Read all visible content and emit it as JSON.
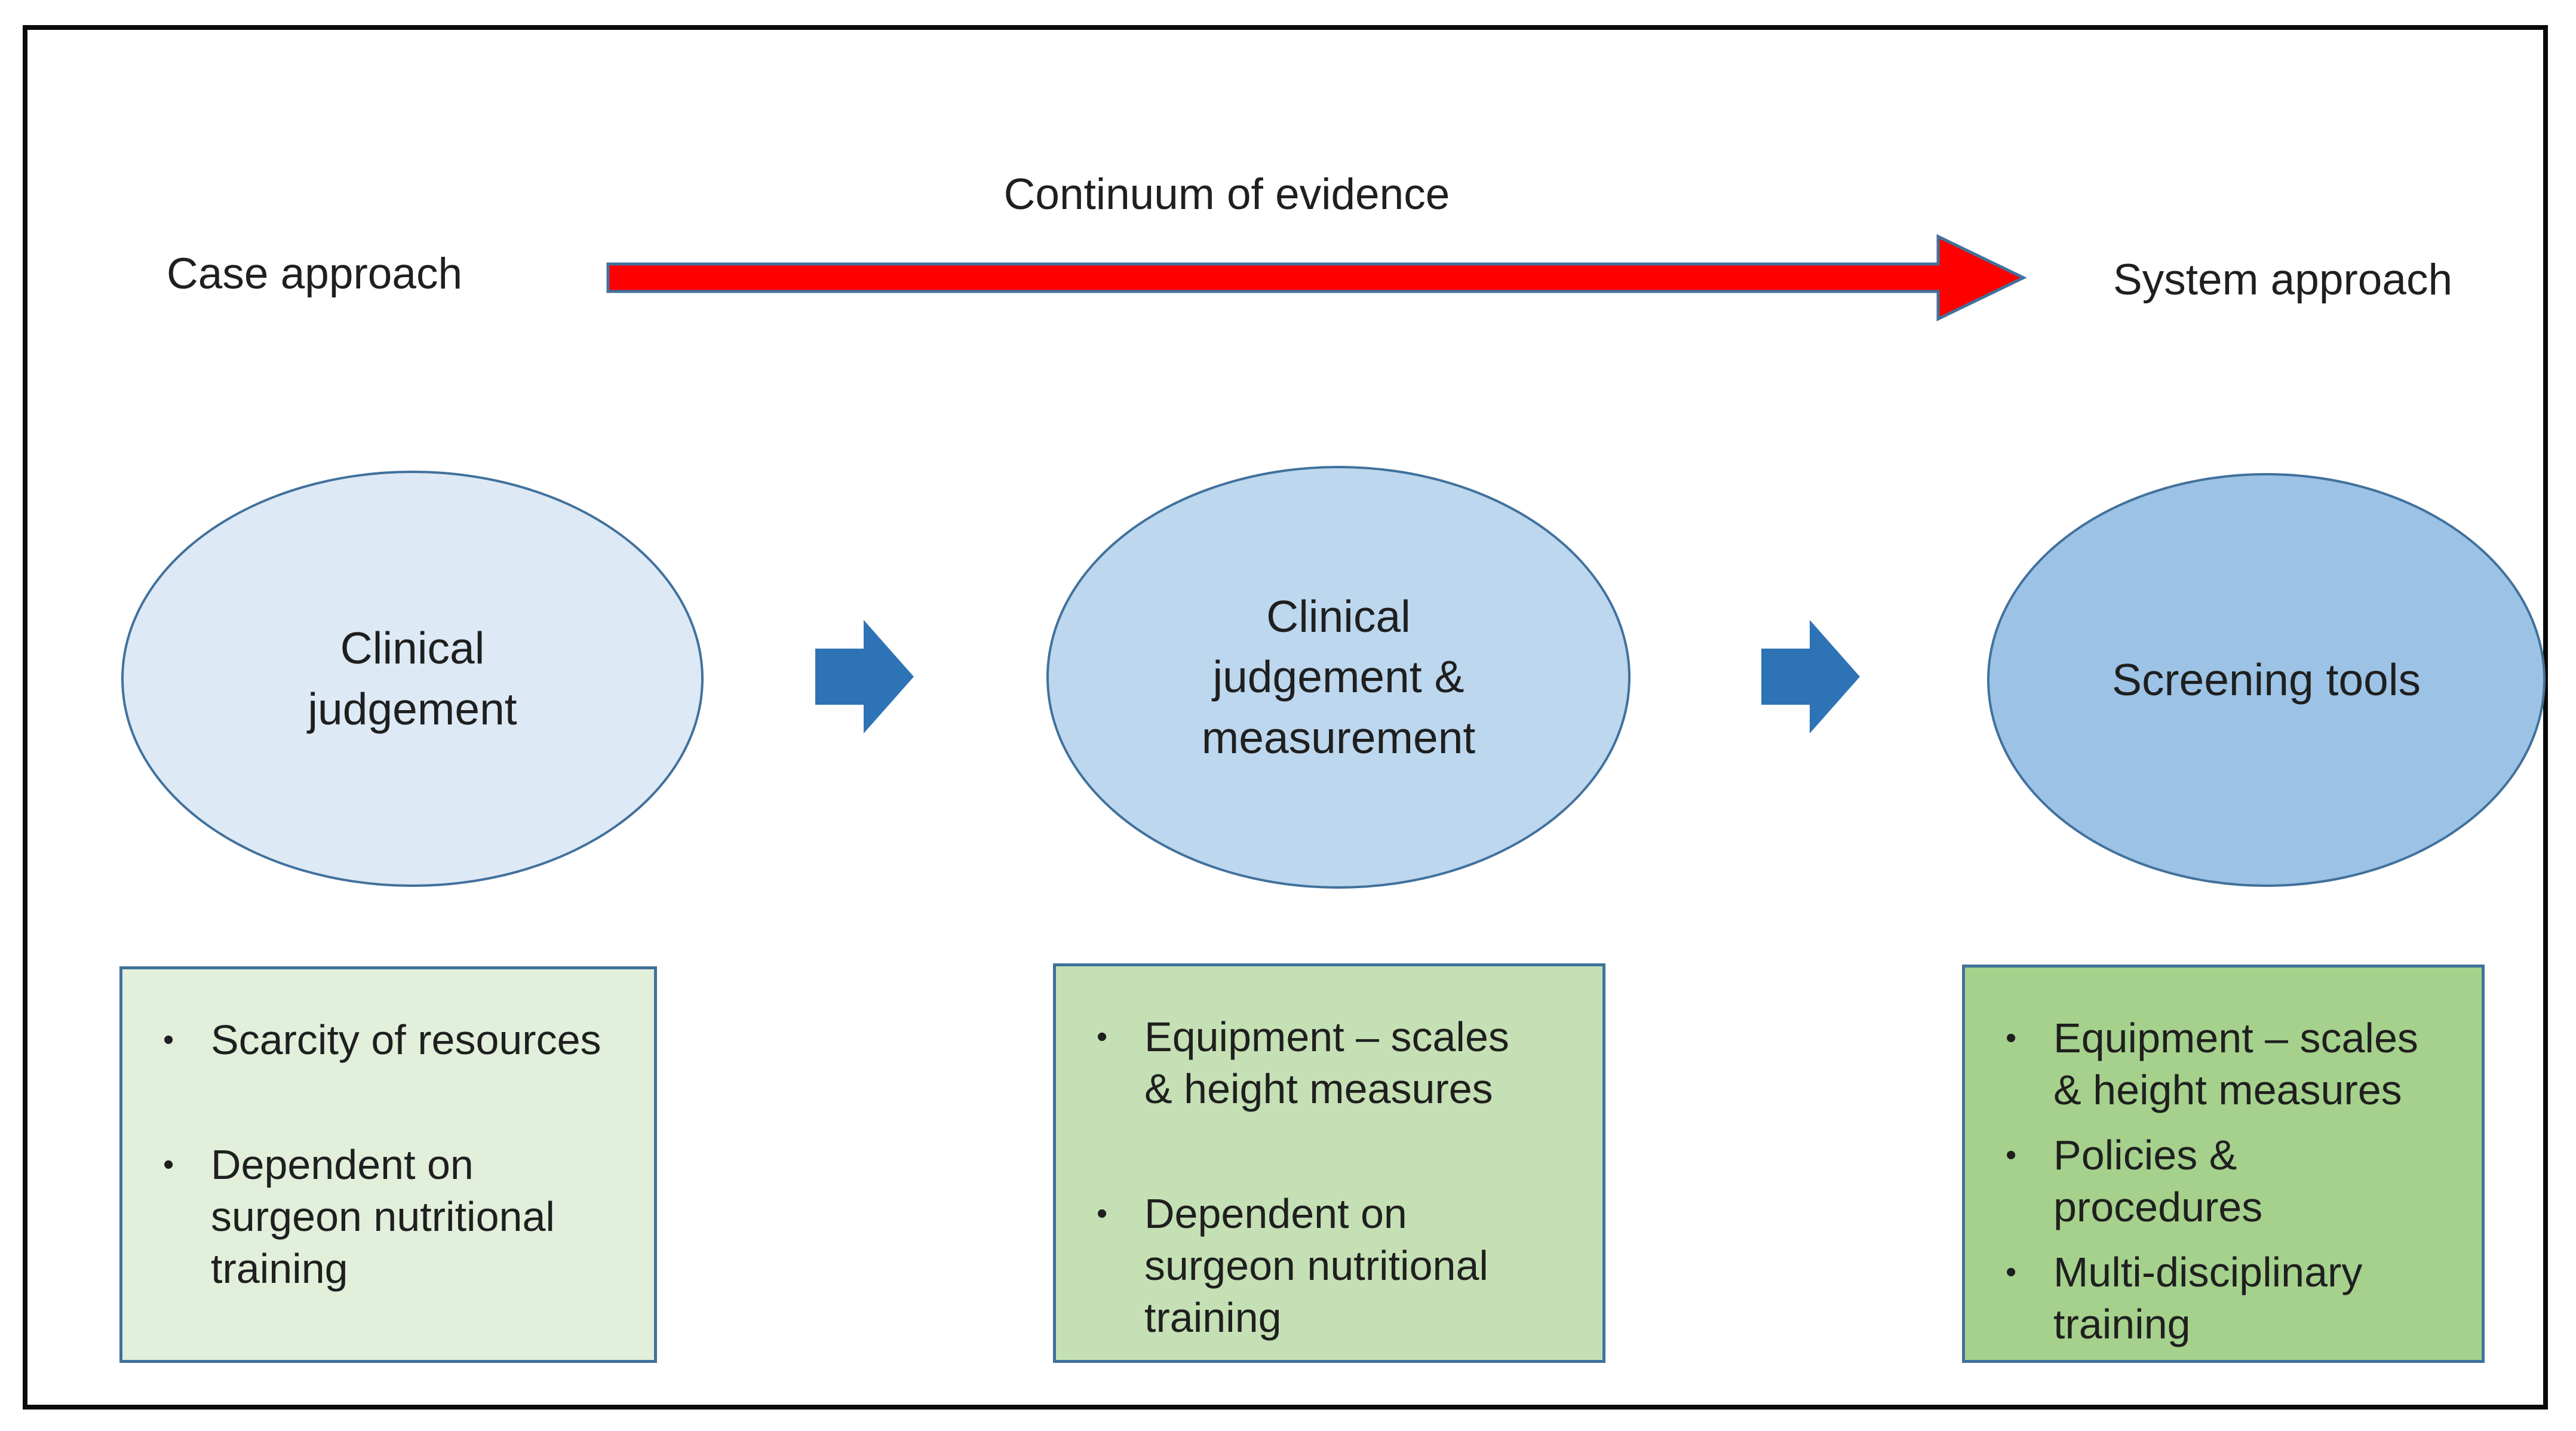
{
  "header": {
    "title": "Continuum of evidence",
    "left_label": "Case approach",
    "right_label": "System approach"
  },
  "ellipses": [
    {
      "label": "Clinical\njudgement"
    },
    {
      "label": "Clinical\njudgement &\nmeasurement"
    },
    {
      "label": "Screening tools"
    }
  ],
  "boxes": [
    {
      "items": [
        "Scarcity of resources",
        "Dependent on\nsurgeon nutritional\ntraining"
      ]
    },
    {
      "items": [
        "Equipment – scales\n& height measures",
        "Dependent on\nsurgeon nutritional\ntraining"
      ]
    },
    {
      "items": [
        "Equipment – scales\n& height measures",
        "Policies &\nprocedures",
        "Multi-disciplinary\ntraining"
      ]
    }
  ],
  "icons": {
    "continuum_arrow": "red-right-arrow",
    "step_arrow_1": "blue-right-arrow",
    "step_arrow_2": "blue-right-arrow"
  },
  "colors": {
    "text": "#1f1f1f",
    "frame": "#0a0a0a",
    "red-fill": "#fe0000",
    "red-stroke": "#41719c",
    "blue-arrow": "#2e73b5",
    "shape-stroke": "#41719c",
    "box-stroke": "#41719c",
    "e1-fill": "#dde9f5",
    "e2-fill": "#bcd7ee",
    "e3-fill": "#9cc3e5",
    "b1-fill": "#e2efdb",
    "b2-fill": "#c5e0b4",
    "b3-fill": "#a5d18c"
  }
}
